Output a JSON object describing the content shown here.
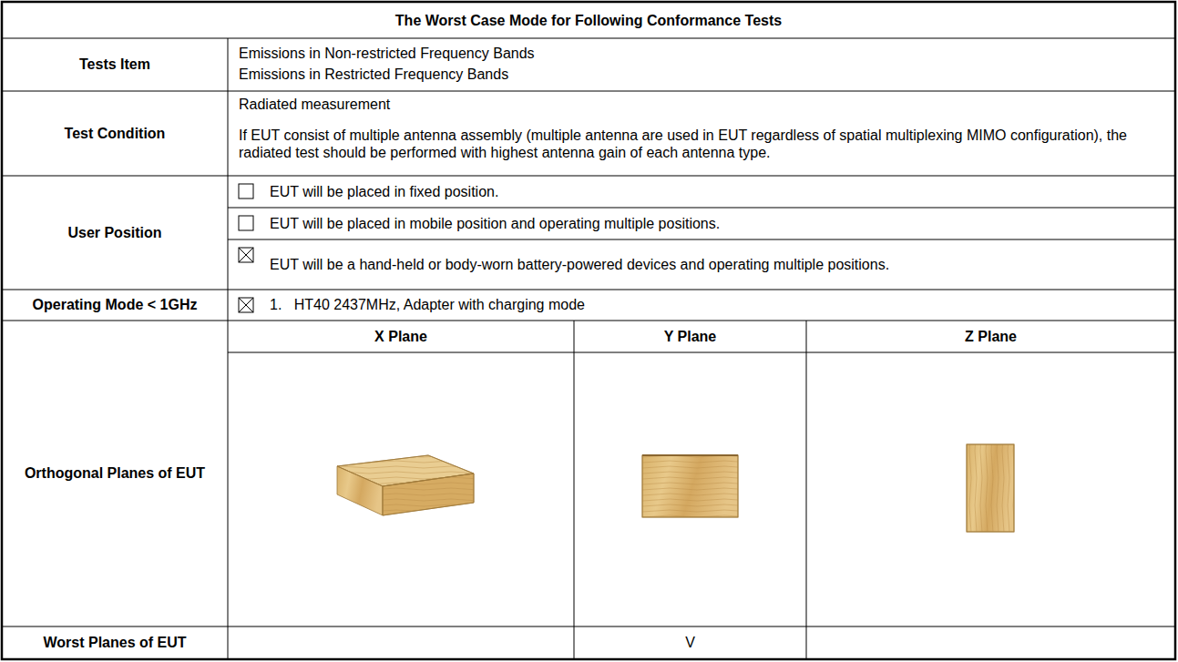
{
  "diagram": {
    "title": "The Worst Case Mode for Following Conformance Tests",
    "labels": [
      "Tests Item",
      "Emissions in Non-restricted Frequency Bands",
      "Emissions in Restricted Frequency Bands",
      "Test Condition",
      "Radiated measurement",
      "If EUT consist of multiple antenna assembly (multiple antenna are used in EUT regardless of spatial multiplexing MIMO configuration), the radiated test should be performed with highest antenna gain of each antenna type.",
      "User Position",
      "EUT will be placed in fixed position.",
      "EUT will be placed in mobile position and operating multiple positions.",
      "EUT will be a hand-held or body-worn battery-powered devices and operating multiple positions.",
      "Operating Mode < 1GHz",
      "1.   HT40 2437MHz, Adapter with charging mode",
      "Orthogonal Planes of EUT",
      "X Plane",
      "Y Plane",
      "Z Plane",
      "Worst Planes of EUT",
      "V"
    ]
  }
}
